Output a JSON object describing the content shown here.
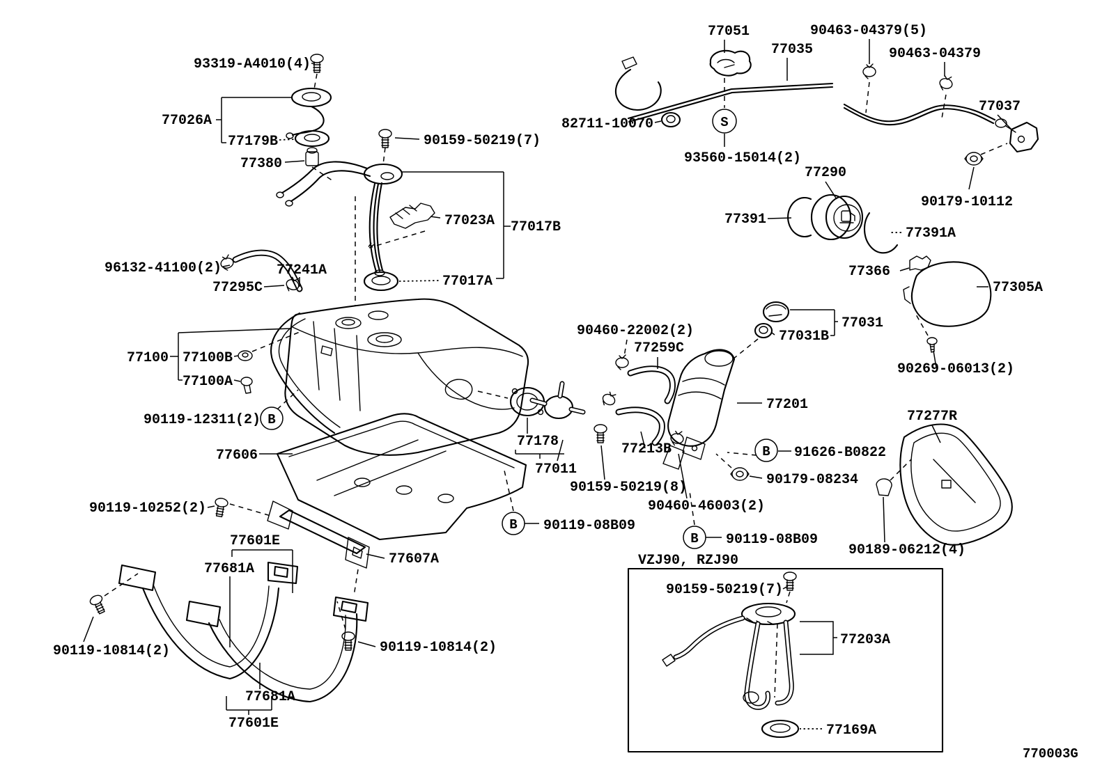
{
  "meta": {
    "drawing_code": "770003G",
    "variant_note": "VZJ90, RZJ90"
  },
  "callouts": {
    "b": "B",
    "s": "S"
  },
  "parts": {
    "n93319_a4010_4": "93319-A4010(4)",
    "n77026a": "77026A",
    "n77179b": "77179B",
    "n77380": "77380",
    "n90159_50219_7": "90159-50219(7)",
    "n77023a": "77023A",
    "n77017b": "77017B",
    "n77017a": "77017A",
    "n96132_41100_2": "96132-41100(2)",
    "n77241a": "77241A",
    "n77295c": "77295C",
    "n77100": "77100",
    "n77100b": "77100B",
    "n77100a": "77100A",
    "n90119_12311_2": "90119-12311(2)",
    "n77606": "77606",
    "n90119_10252_2": "90119-10252(2)",
    "n77601e": "77601E",
    "n77681a": "77681A",
    "n77607a": "77607A",
    "n90119_10814_2": "90119-10814(2)",
    "n77051": "77051",
    "n77035": "77035",
    "n90463_04379_5": "90463-04379(5)",
    "n90463_04379": "90463-04379",
    "n77037": "77037",
    "n82711_10070": "82711-10070",
    "n93560_15014_2": "93560-15014(2)",
    "n77290": "77290",
    "n90179_10112": "90179-10112",
    "n77391": "77391",
    "n77391a": "77391A",
    "n77366": "77366",
    "n77305a": "77305A",
    "n77031": "77031",
    "n77031b": "77031B",
    "n90269_06013_2": "90269-06013(2)",
    "n90460_22002_2": "90460-22002(2)",
    "n77259c": "77259C",
    "n77178": "77178",
    "n77011": "77011",
    "n77213b": "77213B",
    "n90159_50219_8": "90159-50219(8)",
    "n90460_46003_2": "90460-46003(2)",
    "n77201": "77201",
    "n91626_b0822": "91626-B0822",
    "n90179_08234": "90179-08234",
    "n77277r": "77277R",
    "n90189_06212_4": "90189-06212(4)",
    "n90119_08b09": "90119-08B09",
    "n77203a": "77203A",
    "n77169a": "77169A"
  }
}
